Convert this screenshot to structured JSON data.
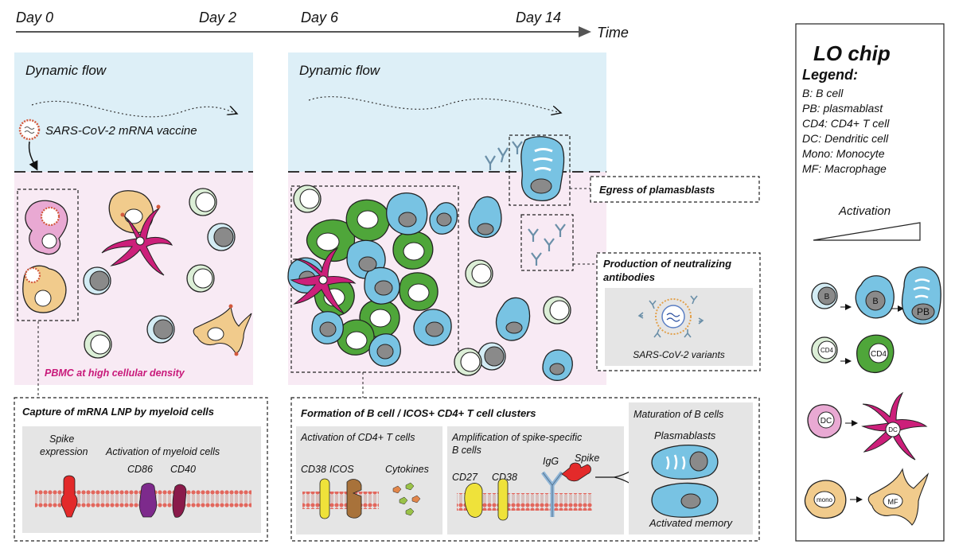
{
  "timeline": {
    "day0": "Day 0",
    "day2": "Day 2",
    "day6": "Day 6",
    "day14": "Day 14",
    "axis_label": "Time"
  },
  "left_panel": {
    "flow_label": "Dynamic flow",
    "vaccine_label": "SARS-CoV-2 mRNA vaccine",
    "pbmc_label": "PBMC at high cellular density"
  },
  "right_panel": {
    "flow_label": "Dynamic flow",
    "egress_label": "Egress of plamasblasts",
    "neutralizing_line1": "Production of neutralizing",
    "neutralizing_line2": "antibodies",
    "variants_label": "SARS-CoV-2 variants"
  },
  "capture_box": {
    "title": "Capture of mRNA LNP by myeloid cells",
    "spike_line1": "Spike",
    "spike_line2": "expression",
    "activation_myeloid": "Activation of myeloid cells",
    "cd86": "CD86",
    "cd40": "CD40"
  },
  "cluster_box": {
    "title": "Formation of B cell / ICOS+ CD4+ T cell clusters",
    "cd4_activation": "Activation of CD4+ T cells",
    "cd38": "CD38",
    "icos": "ICOS",
    "cytokines": "Cytokines",
    "amplification_line1": "Amplification of spike-specific",
    "amplification_line2": "B cells",
    "cd27": "CD27",
    "cd38_b": "CD38",
    "igg": "IgG",
    "spike": "Spike",
    "maturation": "Maturation of  B cells",
    "plasmablasts": "Plasmablasts",
    "activated_memory": "Activated memory"
  },
  "legend": {
    "title": "LO chip",
    "subtitle": "Legend:",
    "items": [
      "B: B cell",
      "PB: plasmablast",
      "CD4: CD4+ T cell",
      "DC: Dendritic cell",
      "Mono: Monocyte",
      "MF: Macrophage"
    ],
    "activation_label": "Activation",
    "cell_labels": {
      "b": "B",
      "b_active": "B",
      "pb": "PB",
      "cd4": "CD4",
      "cd4_active": "CD4",
      "dc": "DC",
      "dc_active": "DC",
      "mono": "mono",
      "mf": "MF"
    }
  },
  "colors": {
    "flow_bg": "#ddeff7",
    "tissue_bg": "#f8eaf4",
    "b_cell": "#78c3e3",
    "t_cell": "#4fa63a",
    "dendritic": "#cc1f7a",
    "monocyte": "#f1cb8c",
    "dc_light": "#e9a9d3",
    "pink_text": "#c8197a"
  }
}
